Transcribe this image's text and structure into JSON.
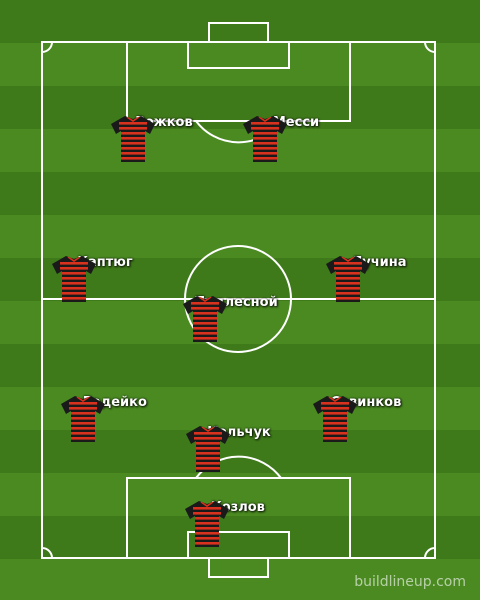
{
  "colors": {
    "grass_dark": "#3f7a1a",
    "grass_light": "#4a8a21",
    "lines": "#ffffff",
    "shirt_base": "#1a1a1a",
    "shirt_stripe": "#d8321e"
  },
  "players": [
    {
      "name": "Рожков"
    },
    {
      "name": "Месси"
    },
    {
      "name": "Каптюг"
    },
    {
      "name": "Лучина"
    },
    {
      "name": "Подлесной"
    },
    {
      "name": "Ладейко"
    },
    {
      "name": "Савинков"
    },
    {
      "name": "Кольчук"
    },
    {
      "name": "Козлов"
    }
  ],
  "watermark": "buildlineup.com"
}
